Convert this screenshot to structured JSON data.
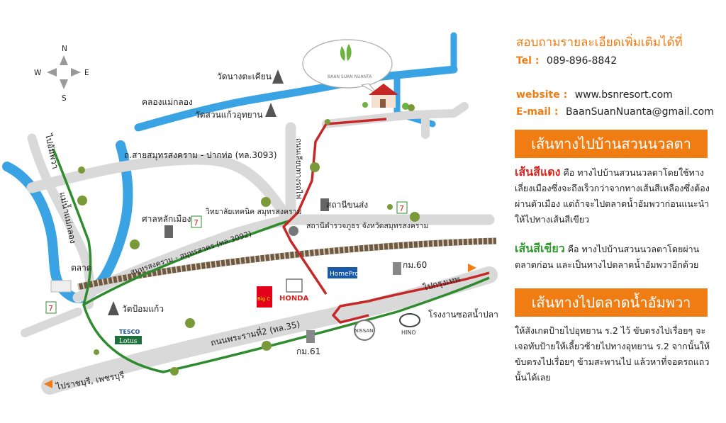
{
  "compass": {
    "n": "N",
    "s": "S",
    "e": "E",
    "w": "W"
  },
  "resort_logo_text": "BAAN SUAN NUANTA",
  "labels": {
    "wat_nang": "วัดนางตะเคียน",
    "khlong_maeklong": "คลองแม่กลอง",
    "wat_suankaew": "วัดสวนแก้วอุทยาน",
    "to_damnoen": "ไปอัมพวา",
    "road_3093": "ถ.สายสมุทรสงคราม - ปากท่อ (ทล.3093)",
    "road_vertical": "ถนนเลียบทางรถไฟ",
    "river_maeklong": "แม่น้ำแม่กลอง",
    "sala_lak_mueang": "ศาลหลักเมือง",
    "tech_college": "วิทยาลัยเทคนิค สมุทรสงคราม",
    "radio_station": "สถานีขนส่ง",
    "police_station": "สถานีตำรวจภูธร จังหวัดสมุทรสงคราม",
    "road_3092": "สมุทรสงคราม - สมุทรสาคร (ทล.3092)",
    "market": "ตลาด",
    "wat_pomkaew": "วัดป้อมแก้ว",
    "km60": "กม.60",
    "to_bangkok": "ไปกรุงเทพ",
    "fish_sauce": "โรงงานซอสน้ำปลา",
    "rama2": "ถนนพระรามที่2 (ทล.35)",
    "km61": "กม.61",
    "to_ratchaburi": "ไปราชบุรี, เพชรบุรี",
    "tesco": "TESCO",
    "lotus": "Lotus",
    "bigc": "Big C",
    "honda": "HONDA",
    "homepro": "HomePro",
    "nissan": "NISSAN",
    "hino": "HINO"
  },
  "info": {
    "contact_title": "สอบถามรายละเอียดเพิ่มเติมได้ที่",
    "tel_label": "Tel :",
    "tel": "089-896-8842",
    "website_label": "website :",
    "website": "www.bsnresort.com",
    "email_label": "E-mail :",
    "email": "BaanSuanNuanta@gmail.com",
    "banner1": "เส้นทางไปบ้านสวนนวลตา",
    "red_head": "เส้นสีแดง",
    "red_text": "คือ ทางไปบ้านสวนนวลตาโดยใช้ทางเลี่ยงเมืองซึ่งจะถึงเร็วกว่าจากทางเส้นสีเหลืองซึ่งต้องผ่านตัวเมือง แต่ถ้าจะไปตลาดน้ำอัมพวาก่อนแนะนำให้ไปทางเส้นสีเขียว",
    "green_head": "เส้นสีเขียว",
    "green_text": "คือ ทางไปบ้านสวนนวลตาโดยผ่านตลาดก่อน และเป็นทางไปตลาดน้ำอัมพวาอีกด้วย",
    "banner2": "เส้นทางไปตลาดน้ำอัมพวา",
    "amphawa_text": "ให้สังเกตป้ายไปอุทยาน ร.2 ไว้ ขับตรงไปเรื่อยๆ จะเจอทับป้ายให้เลี้ยวซ้ายไปทางอุทยาน ร.2 จากนั้นให้ขับตรงไปเรื่อยๆ ข้ามสะพานไป แล้วหาที่จอดรถแถวนั้นได้เลย"
  },
  "colors": {
    "orange": "#f07d14",
    "red_route": "#c62828",
    "green_route": "#2e8b2e",
    "river": "#3aa3e3",
    "road": "#d9d9d9"
  }
}
